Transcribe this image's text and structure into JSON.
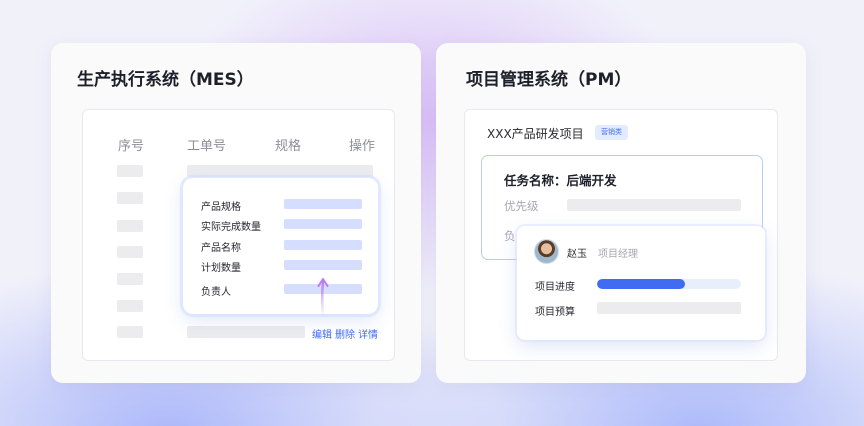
{
  "mes": {
    "title": "生产执行系统（MES）",
    "columns": [
      "序号",
      "工单号",
      "规格",
      "操作"
    ],
    "popup_fields": [
      "产品规格",
      "实际完成数量",
      "产品名称",
      "计划数量",
      "负责人"
    ],
    "actions": [
      "编辑",
      "删除",
      "详情"
    ]
  },
  "pm": {
    "title": "项目管理系统（PM）",
    "project_name": "XXX产品研发项目",
    "tag": "营销类",
    "task": {
      "title": "任务名称：后端开发",
      "priority_label": "优先级",
      "owner_label": "负"
    },
    "member": {
      "name": "赵玉",
      "role": "项目经理",
      "progress_label": "项目进度",
      "progress": 0.61,
      "budget_label": "项目预算"
    }
  },
  "colors": {
    "accent": "#3f6cf0",
    "popup_bar": "#d6deff",
    "tag_bg": "#e3ebff",
    "placeholder": "#ececef"
  }
}
